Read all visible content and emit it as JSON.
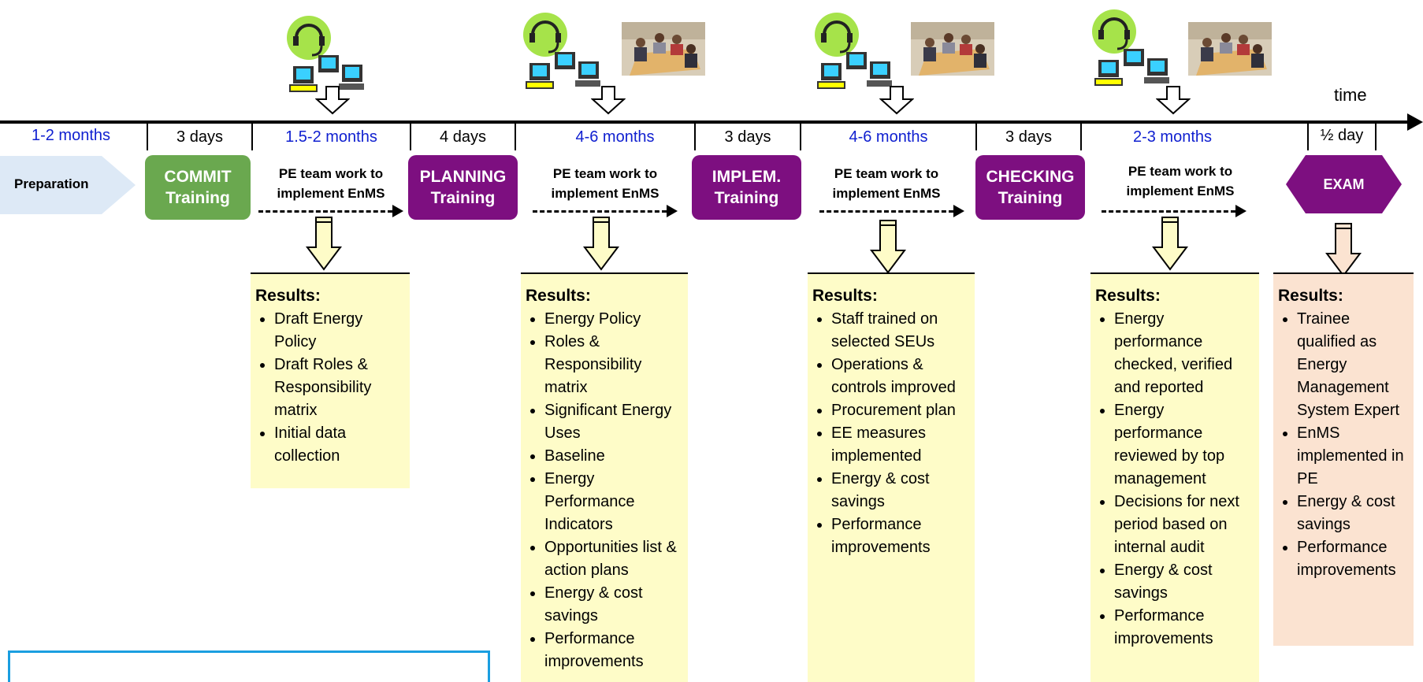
{
  "time_label": "time",
  "durations": [
    {
      "text": "1-2 months",
      "color": "blue"
    },
    {
      "text": "3 days",
      "color": "black"
    },
    {
      "text": "1.5-2 months",
      "color": "blue"
    },
    {
      "text": "4 days",
      "color": "black"
    },
    {
      "text": "4-6 months",
      "color": "blue"
    },
    {
      "text": "3 days",
      "color": "black"
    },
    {
      "text": "4-6 months",
      "color": "blue"
    },
    {
      "text": "3 days",
      "color": "black"
    },
    {
      "text": "2-3 months",
      "color": "blue"
    },
    {
      "text": "½ day",
      "color": "black"
    }
  ],
  "preparation": "Preparation",
  "trainings": [
    {
      "line1": "COMMIT",
      "line2": "Training",
      "color": "#6aa84f"
    },
    {
      "line1": "PLANNING",
      "line2": "Training",
      "color": "#7d0f80"
    },
    {
      "line1": "IMPLEM.",
      "line2": "Training",
      "color": "#7d0f80"
    },
    {
      "line1": "CHECKING",
      "line2": "Training",
      "color": "#7d0f80"
    }
  ],
  "exam": "EXAM",
  "work_label": {
    "line1": "PE team work to",
    "line2": "implement EnMS"
  },
  "results_title": "Results:",
  "results": [
    [
      "Draft Energy Policy",
      "Draft Roles & Responsibility matrix",
      "Initial data collection"
    ],
    [
      "Energy Policy",
      "Roles & Responsibility matrix",
      "Significant Energy Uses",
      "Baseline",
      "Energy Performance Indicators",
      "Opportunities list & action plans",
      "Energy & cost savings",
      "Performance improvements"
    ],
    [
      "Staff trained on selected SEUs",
      "Operations & controls improved",
      "Procurement plan",
      "EE measures implemented",
      "Energy & cost savings",
      "Performance improvements"
    ],
    [
      "Energy performance checked, verified and reported",
      "Energy performance reviewed by top management",
      "Decisions for next period based on internal audit",
      "Energy & cost savings",
      "Performance improvements"
    ],
    [
      "Trainee qualified as Energy Management System Expert",
      "EnMS implemented in PE",
      "Energy & cost savings",
      "Performance improvements"
    ]
  ],
  "colors": {
    "green": "#6aa84f",
    "purple": "#7d0f80",
    "duration_blue": "#1020d0",
    "results_yellow": "#fefcc8",
    "results_peach": "#fbe3d1",
    "prep_blue": "#dde9f6",
    "frame_blue": "#1a9ee0"
  },
  "icons": [
    "helpdesk-headset-computers-icon",
    "meeting-photo",
    "down-arrow-icon"
  ]
}
